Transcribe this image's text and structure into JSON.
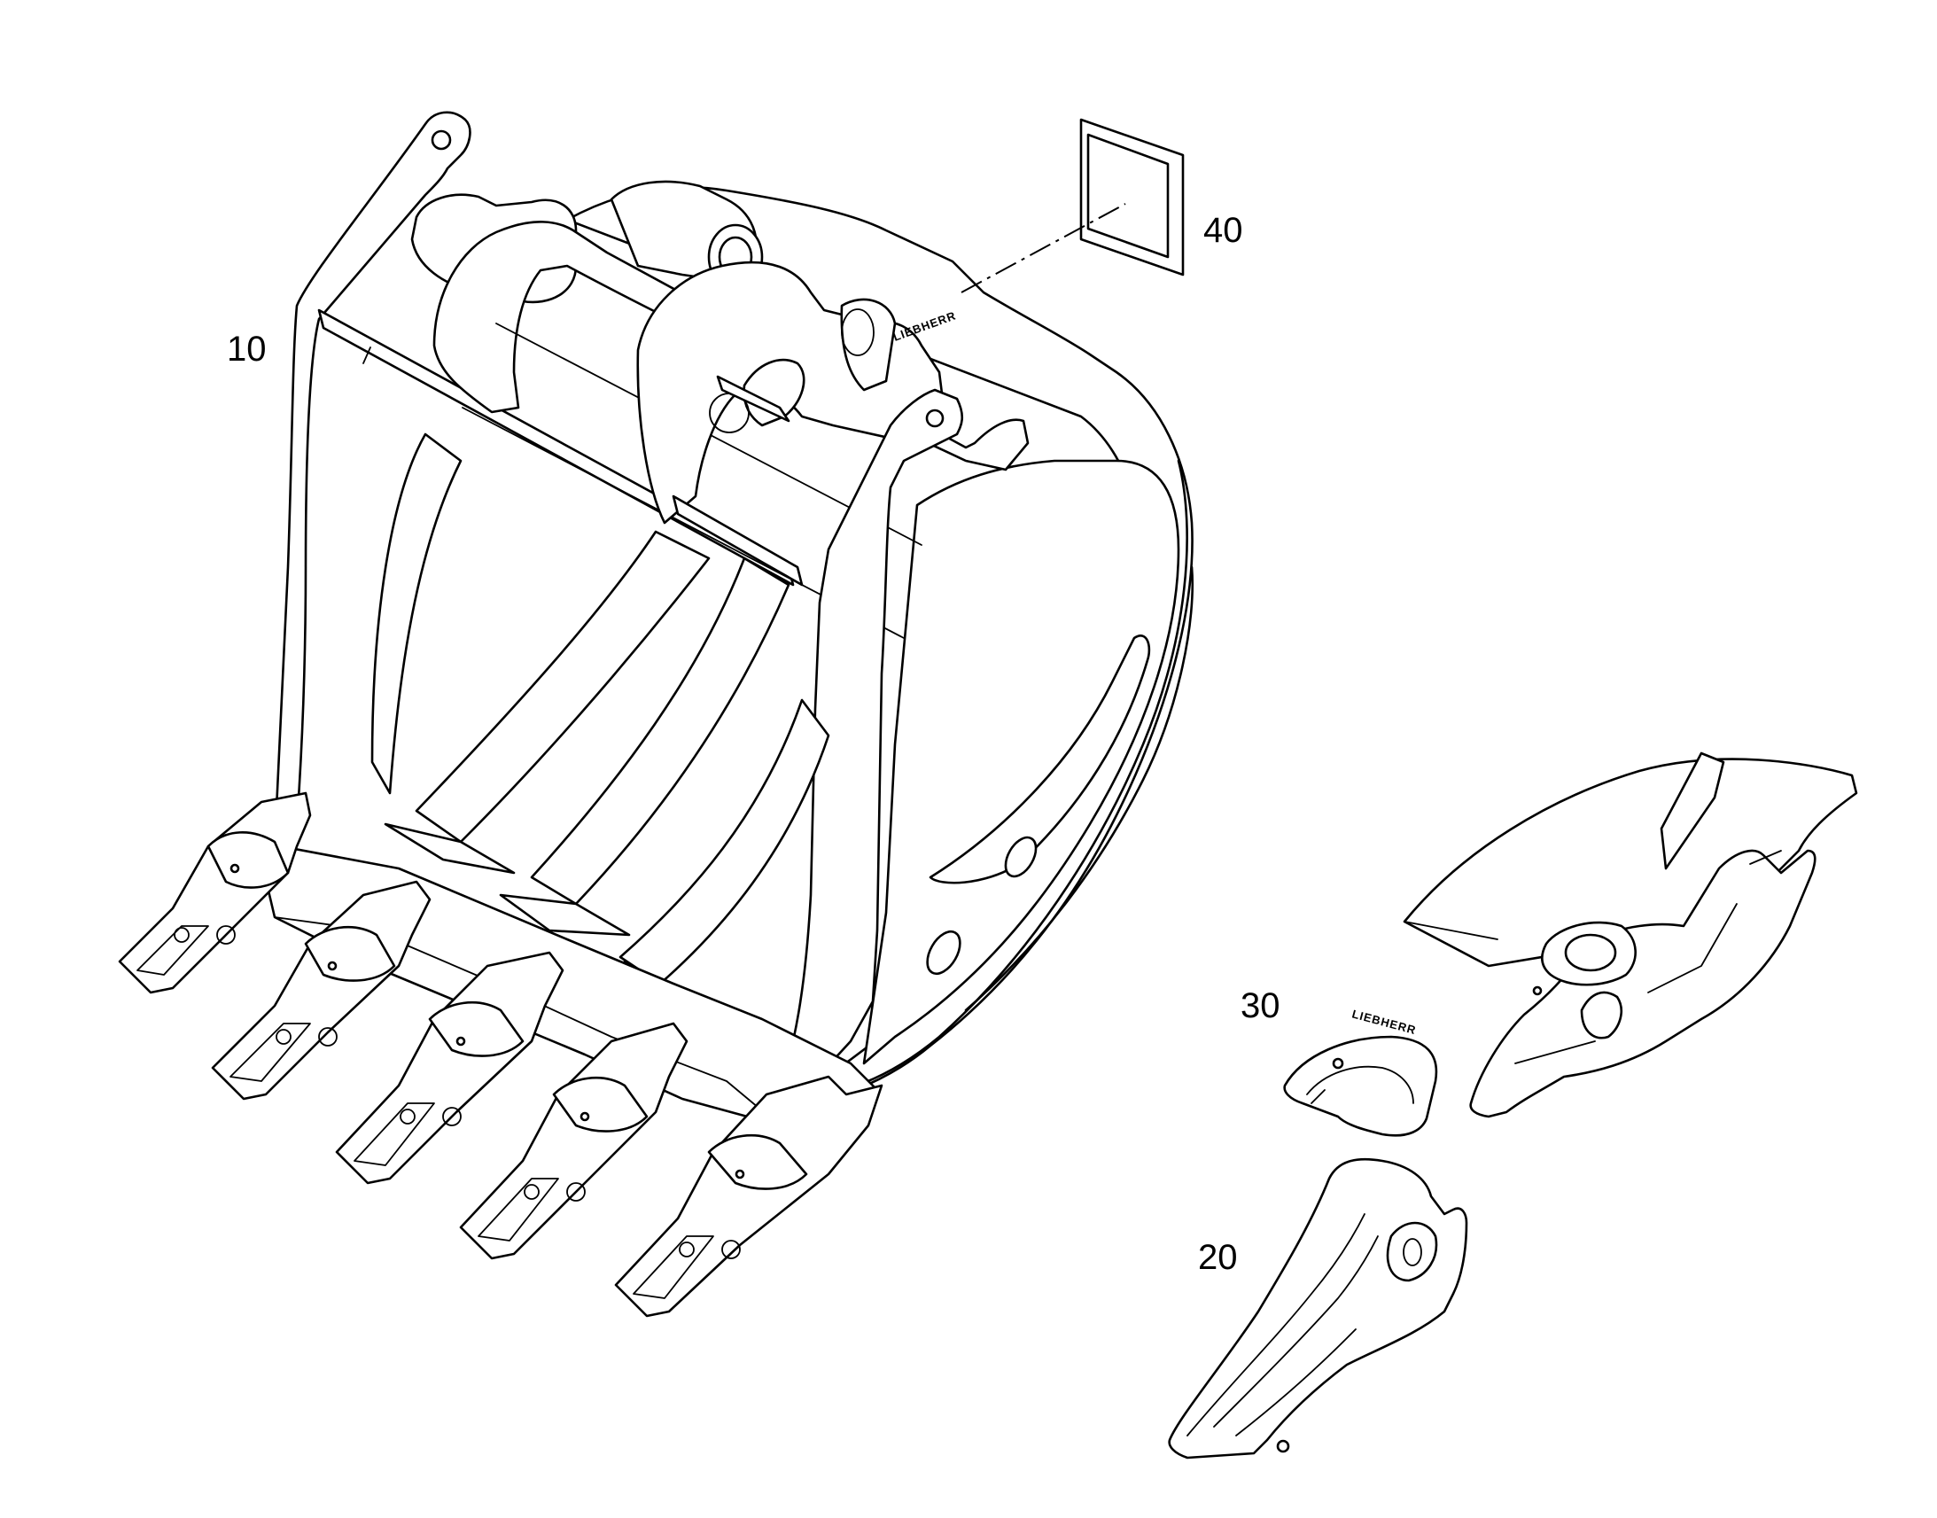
{
  "callouts": [
    {
      "id": "10",
      "label": "10"
    },
    {
      "id": "20",
      "label": "20"
    },
    {
      "id": "30",
      "label": "30"
    },
    {
      "id": "40",
      "label": "40"
    }
  ],
  "brand": {
    "wordmark": "LIEBHERR"
  },
  "colors": {
    "line": "#000000",
    "background": "#ffffff"
  }
}
